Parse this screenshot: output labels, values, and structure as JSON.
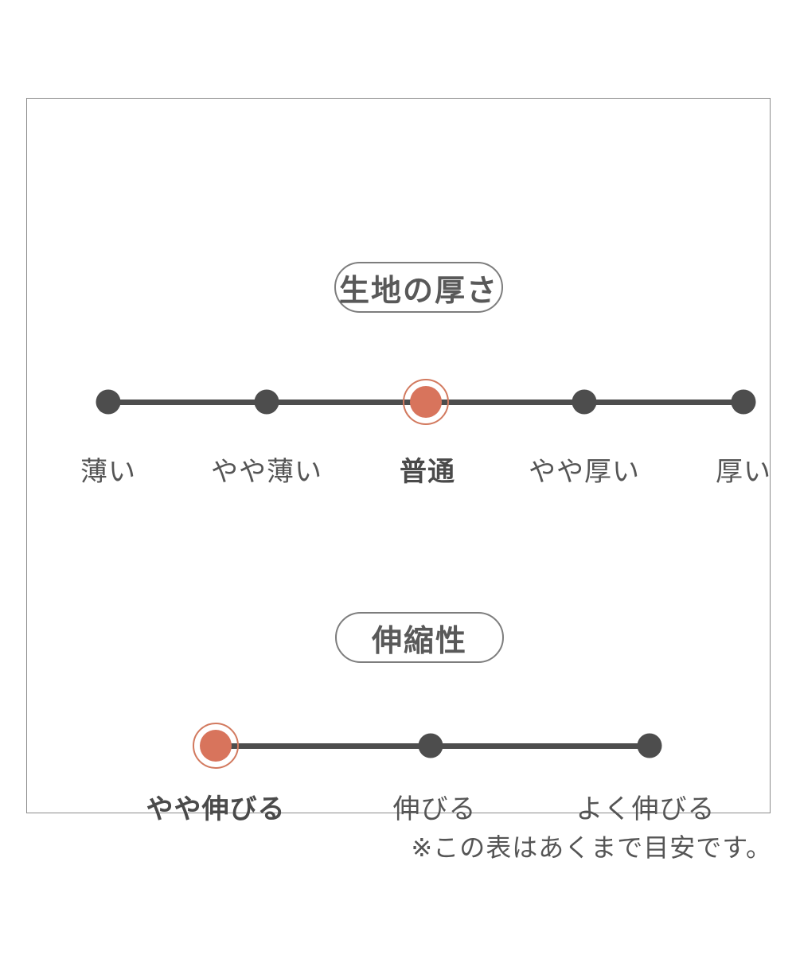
{
  "colors": {
    "accent": "#d8745c",
    "accent_ring": "#d2795e",
    "line": "#4d4d4d",
    "text": "#555555",
    "frame_border": "#8b8b8b"
  },
  "sections": [
    {
      "title": "生地の厚さ",
      "selected_index": 2,
      "selected": "普通",
      "options": [
        "薄い",
        "やや薄い",
        "普通",
        "やや厚い",
        "厚い"
      ]
    },
    {
      "title": "伸縮性",
      "selected_index": 0,
      "selected": "やや伸びる",
      "options": [
        "やや伸びる",
        "伸びる",
        "よく伸びる"
      ]
    }
  ],
  "footnote": "※この表はあくまで目安です。"
}
